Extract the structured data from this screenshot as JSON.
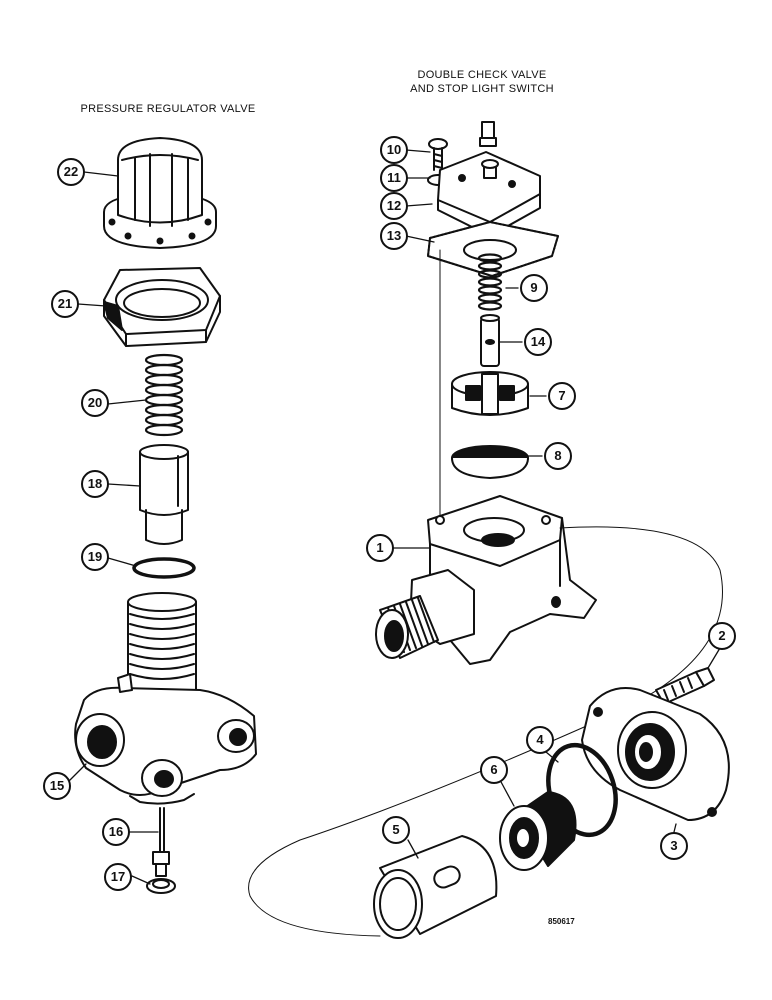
{
  "titles": {
    "left": "PRESSURE REGULATOR VALVE",
    "right_line1": "DOUBLE CHECK VALVE",
    "right_line2": "AND STOP LIGHT SWITCH"
  },
  "callouts": {
    "c1": "1",
    "c2": "2",
    "c3": "3",
    "c4": "4",
    "c5": "5",
    "c6": "6",
    "c7": "7",
    "c8": "8",
    "c9": "9",
    "c10": "10",
    "c11": "11",
    "c12": "12",
    "c13": "13",
    "c14": "14",
    "c15": "15",
    "c16": "16",
    "c17": "17",
    "c18": "18",
    "c19": "19",
    "c20": "20",
    "c21": "21",
    "c22": "22"
  },
  "drawing_code": "850617",
  "colors": {
    "ink": "#111111",
    "paper": "#ffffff"
  }
}
